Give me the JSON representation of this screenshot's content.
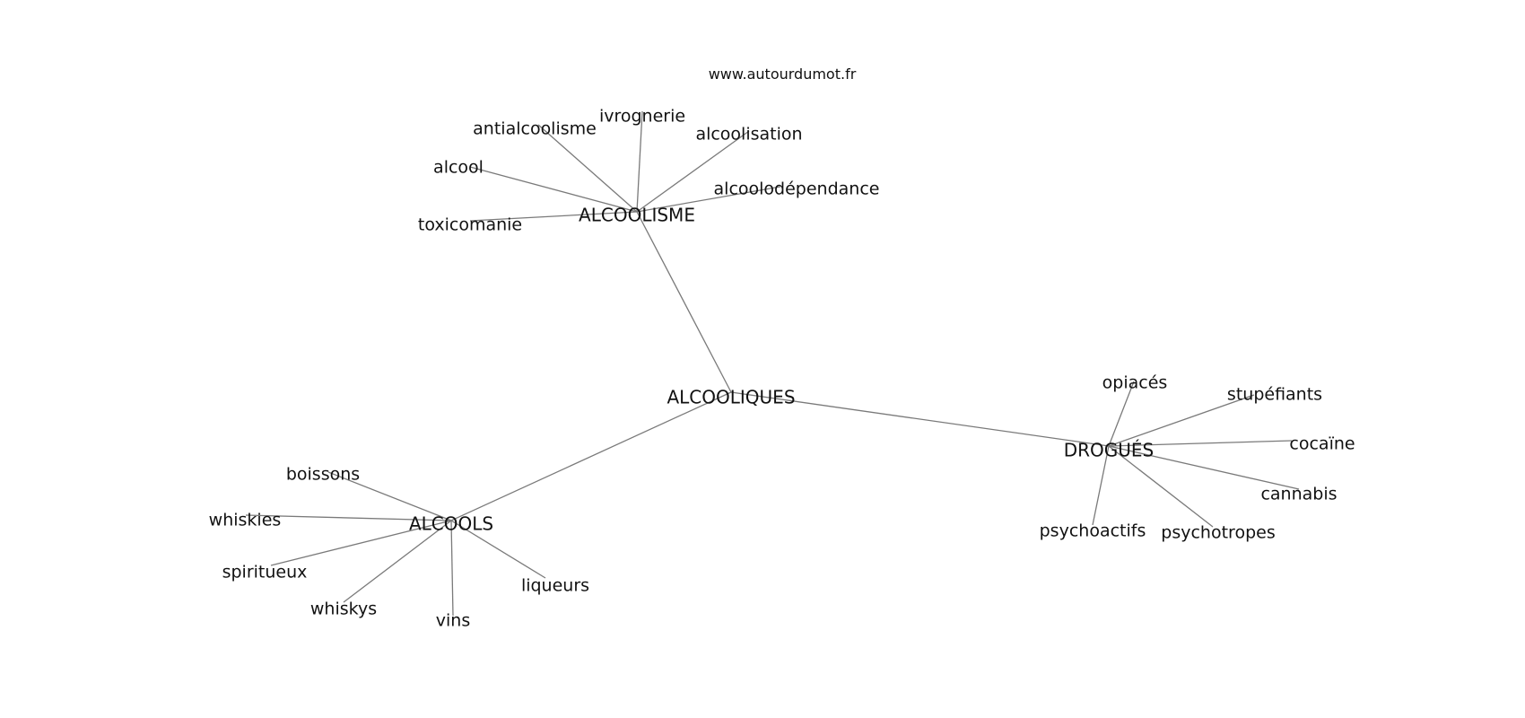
{
  "source": "www.autourdumot.fr",
  "colors": {
    "edge": "#7a7a7a",
    "text": "#111111",
    "background": "#ffffff"
  },
  "nodes": [
    {
      "id": "alcooliques",
      "label": "ALCOOLIQUES",
      "hub": true
    },
    {
      "id": "alcoolisme",
      "label": "ALCOOLISME",
      "hub": true
    },
    {
      "id": "alcools",
      "label": "ALCOOLS",
      "hub": true
    },
    {
      "id": "drogues",
      "label": "DROGUÉS",
      "hub": true
    },
    {
      "id": "antialcoolisme",
      "label": "antialcoolisme"
    },
    {
      "id": "ivrognerie",
      "label": "ivrognerie"
    },
    {
      "id": "alcoolisation",
      "label": "alcoolisation"
    },
    {
      "id": "alcool",
      "label": "alcool"
    },
    {
      "id": "alcoolodependance",
      "label": "alcoolodépendance"
    },
    {
      "id": "toxicomanie",
      "label": "toxicomanie"
    },
    {
      "id": "boissons",
      "label": "boissons"
    },
    {
      "id": "whiskies",
      "label": "whiskies"
    },
    {
      "id": "spiritueux",
      "label": "spiritueux"
    },
    {
      "id": "whiskys",
      "label": "whiskys"
    },
    {
      "id": "vins",
      "label": "vins"
    },
    {
      "id": "liqueurs",
      "label": "liqueurs"
    },
    {
      "id": "opiaces",
      "label": "opiacés"
    },
    {
      "id": "stupefiants",
      "label": "stupéfiants"
    },
    {
      "id": "cocaine",
      "label": "cocaïne"
    },
    {
      "id": "cannabis",
      "label": "cannabis"
    },
    {
      "id": "psychoactifs",
      "label": "psychoactifs"
    },
    {
      "id": "psychotropes",
      "label": "psychotropes"
    }
  ],
  "edges": [
    [
      "alcooliques",
      "alcoolisme"
    ],
    [
      "alcooliques",
      "alcools"
    ],
    [
      "alcooliques",
      "drogues"
    ],
    [
      "alcoolisme",
      "antialcoolisme"
    ],
    [
      "alcoolisme",
      "ivrognerie"
    ],
    [
      "alcoolisme",
      "alcoolisation"
    ],
    [
      "alcoolisme",
      "alcool"
    ],
    [
      "alcoolisme",
      "alcoolodependance"
    ],
    [
      "alcoolisme",
      "toxicomanie"
    ],
    [
      "alcools",
      "boissons"
    ],
    [
      "alcools",
      "whiskies"
    ],
    [
      "alcools",
      "spiritueux"
    ],
    [
      "alcools",
      "whiskys"
    ],
    [
      "alcools",
      "vins"
    ],
    [
      "alcools",
      "liqueurs"
    ],
    [
      "drogues",
      "opiaces"
    ],
    [
      "drogues",
      "stupefiants"
    ],
    [
      "drogues",
      "cocaine"
    ],
    [
      "drogues",
      "cannabis"
    ],
    [
      "drogues",
      "psychoactifs"
    ],
    [
      "drogues",
      "psychotropes"
    ]
  ]
}
